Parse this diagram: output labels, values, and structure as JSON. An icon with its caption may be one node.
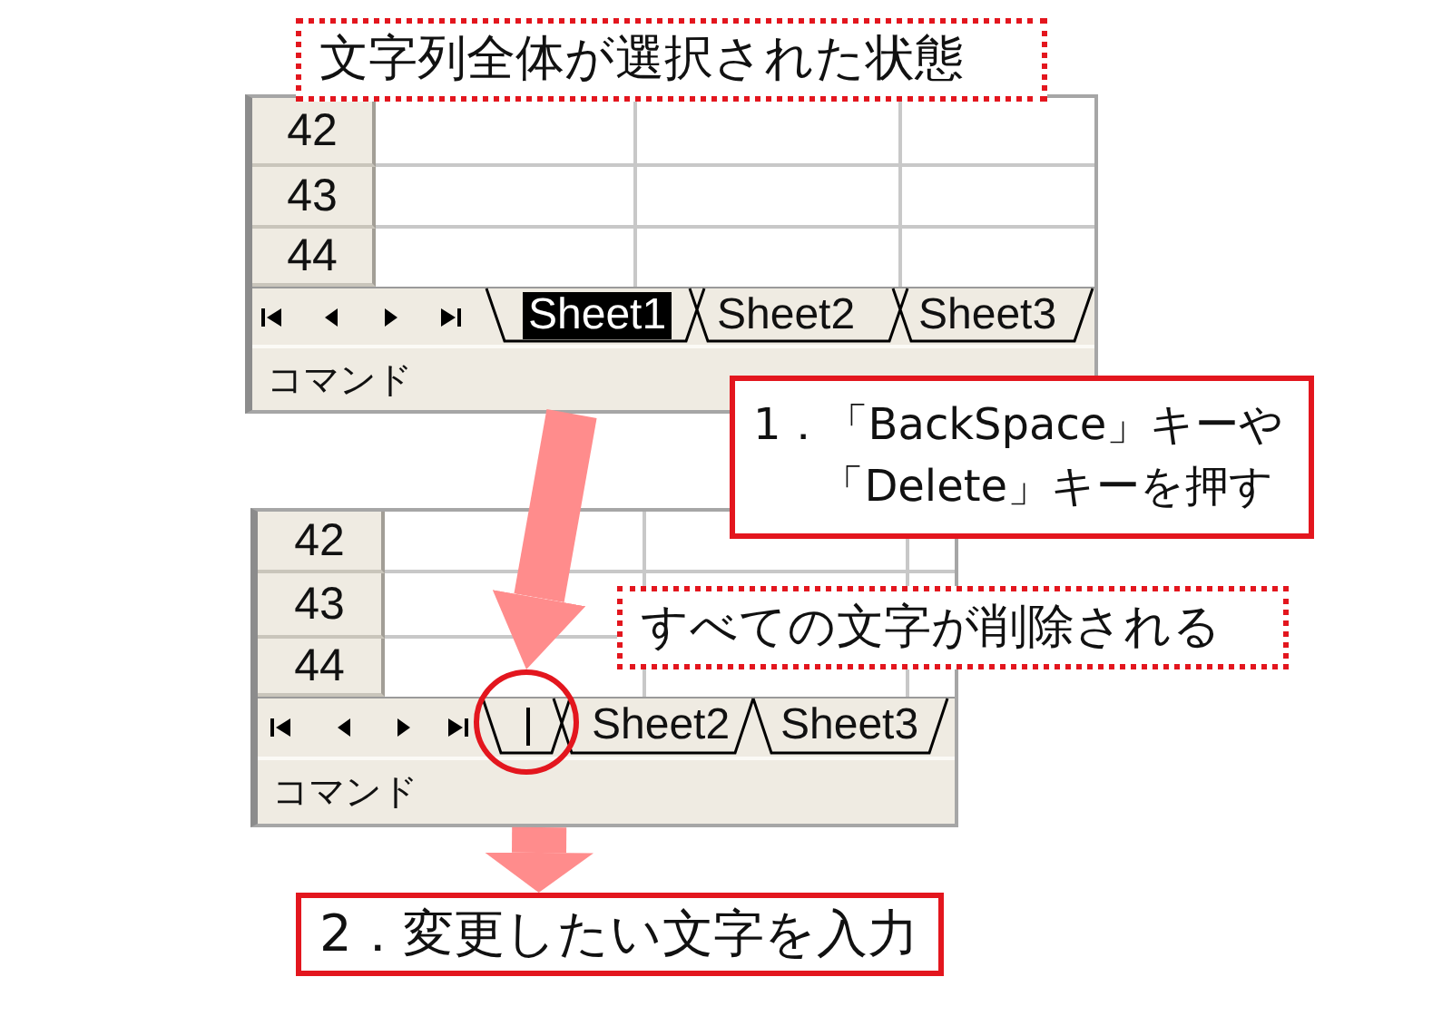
{
  "diagram": {
    "nodes": [
      {
        "text": [
          "文字列全体が選択された状態"
        ]
      },
      {
        "text": [
          "42",
          "43",
          "44",
          "Sheet1",
          "Sheet2",
          "Sheet3",
          "コマンド"
        ]
      },
      {
        "text": [
          "1．「BackSpace」キーや「Delete」キーを押す"
        ]
      },
      {
        "text": [
          "42",
          "43",
          "44",
          "Sheet2",
          "Sheet3",
          "コマンド"
        ]
      },
      {
        "text": [],
        "shape": "circle",
        "in": 3
      },
      {
        "text": [
          "すべての文字が削除される"
        ]
      },
      {
        "text": [
          "2．変更したい文字を入力"
        ]
      }
    ],
    "edges": [
      {
        "from": 1,
        "to": 4,
        "arrow": "to"
      },
      {
        "from": 3,
        "to": 6,
        "arrow": "to"
      }
    ]
  }
}
